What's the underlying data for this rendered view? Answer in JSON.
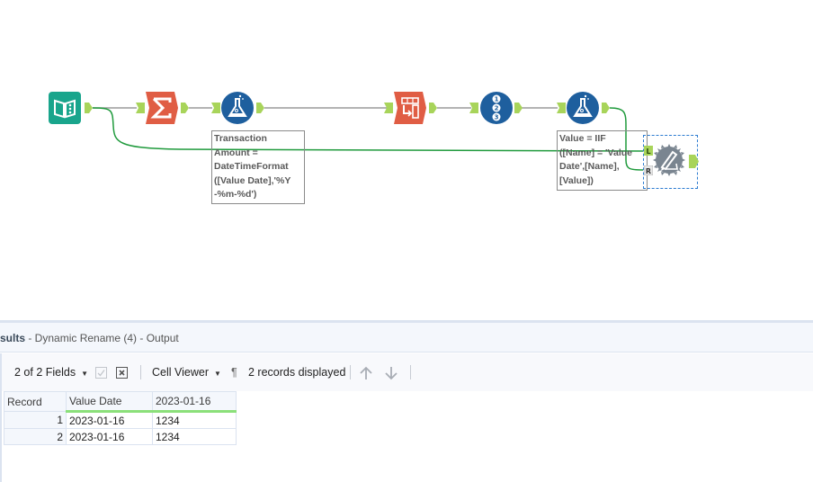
{
  "canvas": {
    "tools": [
      {
        "id": "input",
        "name": "Input Data / Text Input",
        "icon": "book-icon",
        "color": "#19a58c"
      },
      {
        "id": "summarize",
        "name": "Summarize",
        "icon": "sigma-icon",
        "color": "#e05d44"
      },
      {
        "id": "formula1",
        "name": "Formula",
        "icon": "flask-icon",
        "color": "#1e5f9e"
      },
      {
        "id": "transpose",
        "name": "Transpose",
        "icon": "transpose-icon",
        "color": "#e05d44"
      },
      {
        "id": "recordid",
        "name": "Record ID",
        "icon": "numbered-list-icon",
        "color": "#1e5f9e"
      },
      {
        "id": "formula2",
        "name": "Formula",
        "icon": "flask-icon",
        "color": "#1e5f9e"
      },
      {
        "id": "dynamicrename",
        "name": "Dynamic Rename",
        "icon": "pencil-gear-icon",
        "color": "#7a8590"
      }
    ],
    "annotations": {
      "formula1": "Transaction\nAmount =\nDateTimeFormat\n([Value Date],'%Y\n-%m-%d')",
      "formula2": "Value = IIF\n([Name] = 'Value\nDate',[Name],\n[Value])"
    },
    "anchor_labels": {
      "left": "L",
      "right": "R"
    },
    "colors": {
      "anchor": "#a8d45a",
      "wire_gray": "#9a9a9a",
      "wire_green": "#1f9a3c",
      "selection": "#2b7bd1"
    }
  },
  "results": {
    "title_bold": "sults",
    "title_rest": " - Dynamic Rename (4) - Output",
    "toolbar": {
      "fields_label": "2 of 2 Fields",
      "cell_viewer_label": "Cell Viewer",
      "pilcrow": "¶",
      "records_label": "2 records displayed"
    },
    "table": {
      "headers": [
        "Record",
        "Value Date",
        "2023-01-16"
      ],
      "rows": [
        [
          "1",
          "2023-01-16",
          "1234"
        ],
        [
          "2",
          "2023-01-16",
          "1234"
        ]
      ]
    }
  }
}
